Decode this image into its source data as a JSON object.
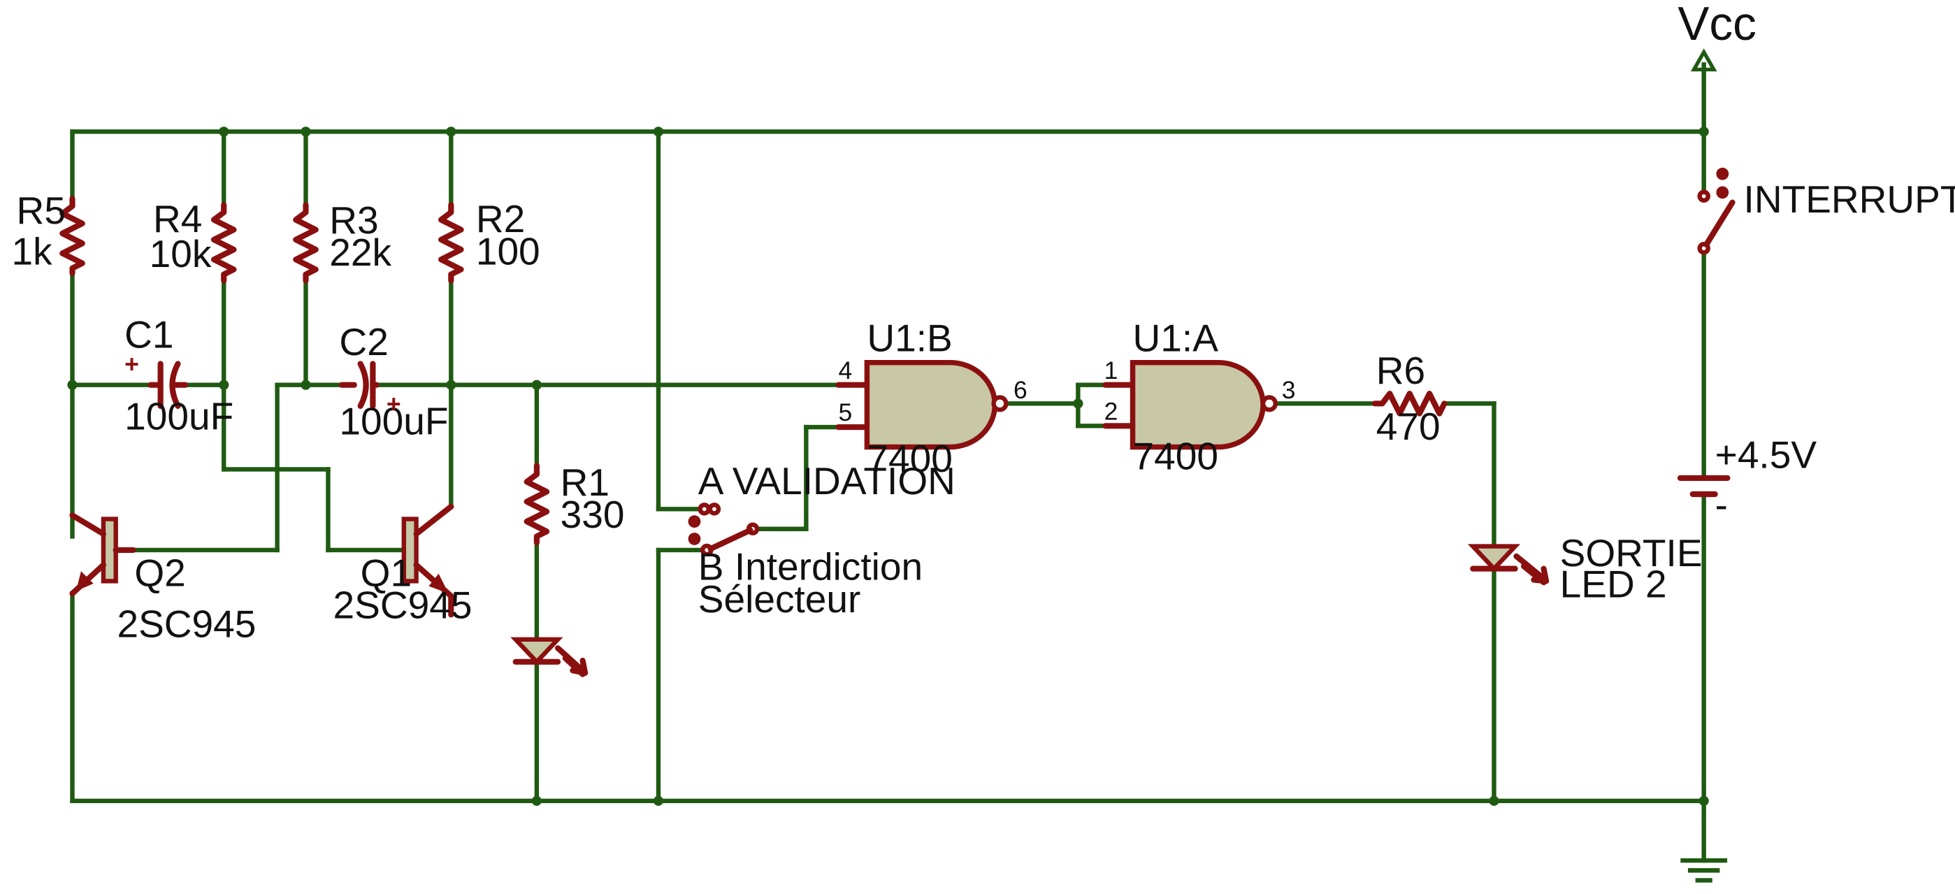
{
  "colors": {
    "wire": "#1f5a12",
    "component": "#8a1010",
    "fill": "#c8c7a6",
    "text": "#111111"
  },
  "components": {
    "R5": {
      "ref": "R5",
      "value": "1k"
    },
    "R4": {
      "ref": "R4",
      "value": "10k"
    },
    "R3": {
      "ref": "R3",
      "value": "22k"
    },
    "R2": {
      "ref": "R2",
      "value": "100"
    },
    "R1": {
      "ref": "R1",
      "value": "330"
    },
    "R6": {
      "ref": "R6",
      "value": "470"
    },
    "C1": {
      "ref": "C1",
      "value": "100uF"
    },
    "C2": {
      "ref": "C2",
      "value": "100uF"
    },
    "Q1": {
      "ref": "Q1",
      "value": "2SC945"
    },
    "Q2": {
      "ref": "Q2",
      "value": "2SC945"
    },
    "U1B": {
      "ref": "U1:B",
      "part": "7400",
      "pins": [
        "4",
        "5",
        "6"
      ]
    },
    "U1A": {
      "ref": "U1:A",
      "part": "7400",
      "pins": [
        "1",
        "2",
        "3"
      ]
    },
    "battery": {
      "value": "+4.5V",
      "minus": "-"
    },
    "vcc": "Vcc",
    "interrupteur": "INTERRUPTEUR",
    "selector": {
      "a": "A  VALIDATION",
      "b": "B Interdiction",
      "name": "Sélecteur"
    },
    "output_led": {
      "line1": "SORTIE",
      "line2": "LED 2"
    },
    "symbols": {
      "plus": "+"
    }
  }
}
